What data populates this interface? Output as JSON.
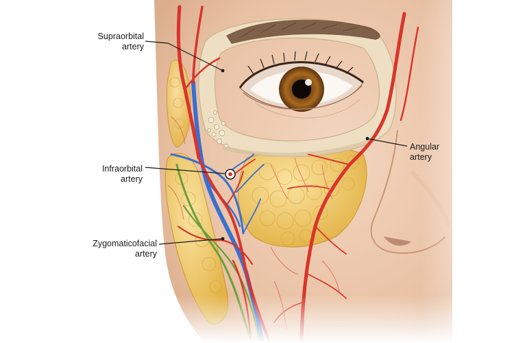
{
  "labels": {
    "supraorbital": {
      "line1": "Supraorbital",
      "line2": "artery"
    },
    "infraorbital": {
      "line1": "Infraorbital",
      "line2": "artery"
    },
    "zygomaticofacial": {
      "line1": "Zygomaticofacial",
      "line2": "artery"
    },
    "angular": {
      "line1": "Angular",
      "line2": "artery"
    }
  },
  "colors": {
    "artery": "#d9342b",
    "vein": "#3a6fd0",
    "nerve": "#6a9e3a",
    "fat": "#f0c95a",
    "bone": "#eedfc2",
    "skin": "#efcbb0"
  },
  "icons": [
    "eye-illustration",
    "orbital-bone",
    "nose",
    "eyebrow"
  ]
}
